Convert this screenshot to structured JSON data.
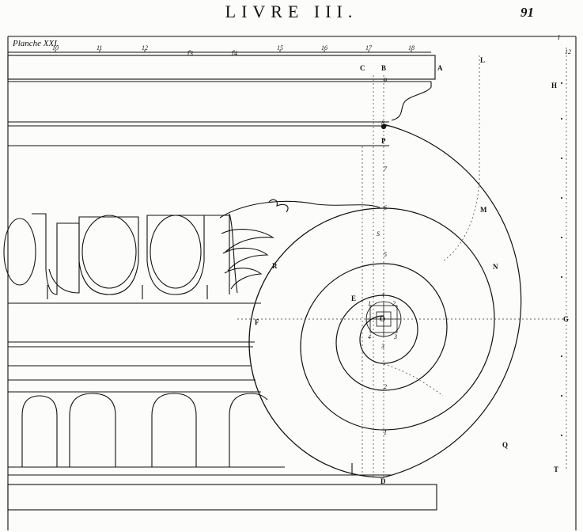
{
  "header": {
    "title": "LIVRE III.",
    "page_number": "91"
  },
  "plate": {
    "label": "Planche XXI."
  },
  "scale": {
    "marks": [
      "10",
      "11",
      "12",
      "13",
      "14",
      "15",
      "16",
      "17",
      "18"
    ],
    "right_marks": [
      "I",
      "12"
    ]
  },
  "points": {
    "A": "A",
    "B": "B",
    "C": "C",
    "D": "D",
    "E": "E",
    "F": "F",
    "G": "G",
    "H": "H",
    "I": "I",
    "L": "L",
    "M": "M",
    "N": "N",
    "O": "O",
    "P": "P",
    "Q": "Q",
    "R": "R",
    "S": "S",
    "T": "T"
  },
  "axis_numbers": {
    "n9": "9",
    "n8": "8",
    "n7": "7",
    "n6": "6",
    "n5": "5",
    "n4": "4",
    "n3": "3",
    "n2": "2",
    "n1": "1"
  },
  "eye_numbers": {
    "e1": "1",
    "e2": "2",
    "e3": "3",
    "e4": "4"
  }
}
